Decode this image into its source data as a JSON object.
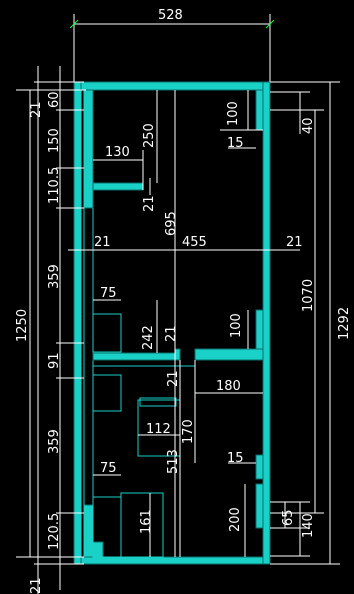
{
  "drawing": {
    "background": "#000000",
    "wall_color": "#1ad1c8",
    "dimension_color": "#ffffff",
    "tick_color": "#00ff3a"
  },
  "dimensions": {
    "top_width": "528",
    "left_total": "1250",
    "right_total": "1292",
    "right_inner": "1070",
    "left_21_top": "21",
    "left_60": "60",
    "left_150": "150",
    "left_110_5": "110.5",
    "left_359_upper": "359",
    "left_91": "91",
    "left_359_lower": "359",
    "left_120_5": "120.5",
    "left_21_bottom": "21",
    "upper_130": "130",
    "upper_250": "250",
    "upper_21_shelf": "21",
    "upper_695": "695",
    "upper_100": "100",
    "upper_15": "15",
    "right_40": "40",
    "mid_21_left": "21",
    "mid_455": "455",
    "mid_21_right": "21",
    "mid_75": "75",
    "mid_242": "242",
    "mid_21_post": "21",
    "mid_100": "100",
    "mid_21_shelf": "21",
    "lower_180": "180",
    "lower_112": "112",
    "lower_170": "170",
    "lower_513": "513",
    "lower_15": "15",
    "lower_75": "75",
    "lower_200": "200",
    "lower_161": "161",
    "lower_65": "65",
    "lower_140": "140"
  }
}
